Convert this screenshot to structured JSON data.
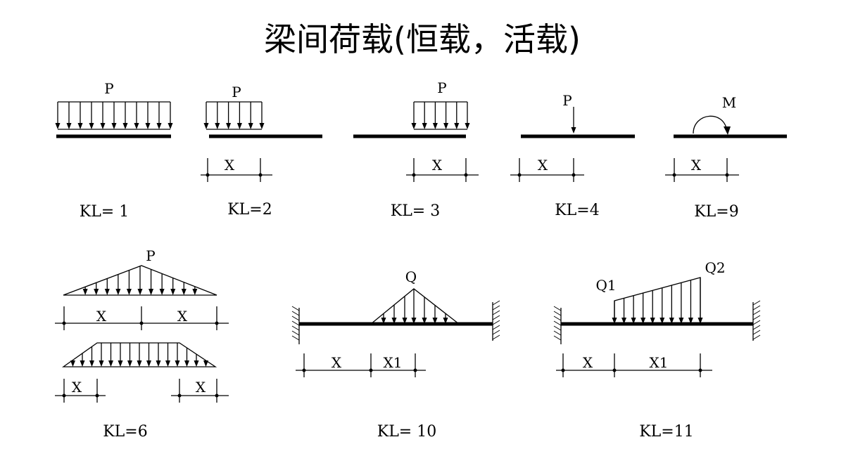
{
  "title": "梁间荷载(恒载，活载)",
  "diagrams": {
    "kl1": {
      "label": "KL= 1",
      "load": "P"
    },
    "kl2": {
      "label": "KL=2",
      "load": "P",
      "dim": "X"
    },
    "kl3": {
      "label": "KL= 3",
      "load": "P",
      "dim": "X"
    },
    "kl4": {
      "label": "KL=4",
      "load": "P",
      "dim": "X"
    },
    "kl9": {
      "label": "KL=9",
      "load": "M",
      "dim": "X"
    },
    "kl6": {
      "label": "KL=6",
      "load": "P",
      "dim": "X"
    },
    "kl10": {
      "label": "KL= 10",
      "load": "Q",
      "dim1": "X",
      "dim2": "X1"
    },
    "kl11": {
      "label": "KL=11",
      "load1": "Q1",
      "load2": "Q2",
      "dim1": "X",
      "dim2": "X1"
    }
  }
}
